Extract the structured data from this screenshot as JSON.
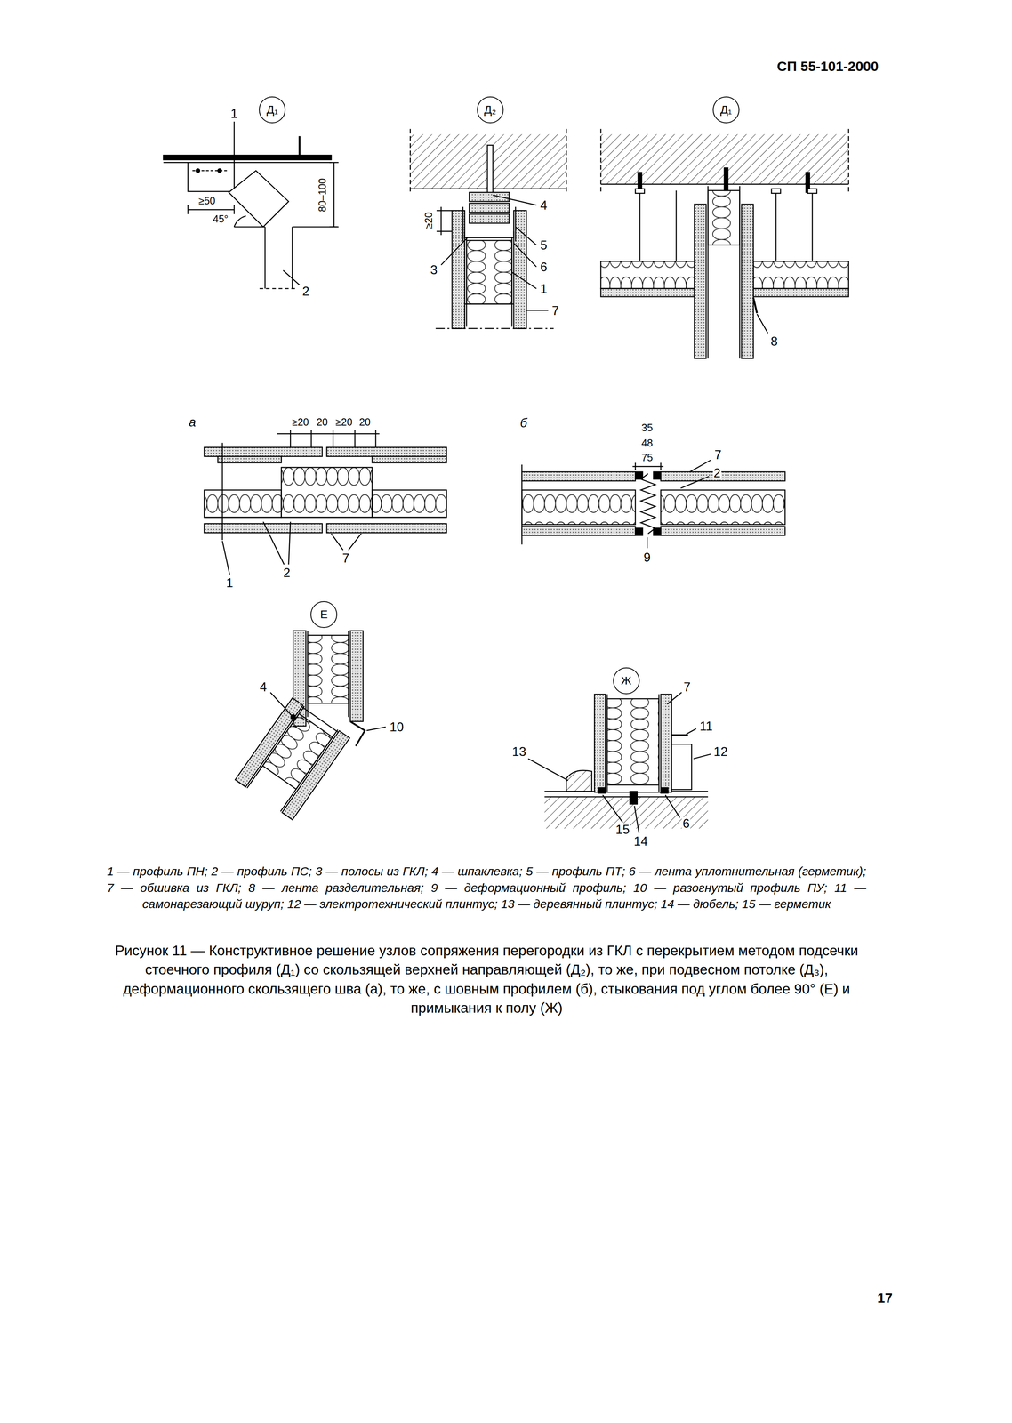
{
  "diagram": {
    "caption": "Рисунок 11 — Конструктивное решение узлов сопряжения перегородки из ГКЛ с перекрытием методом подсечки стоечного профиля (Д₁) со скользящей верхней направляющей (Д₂), то же, при подвесном потолке (Д₃), деформационного скользящего шва (а), то же, с шовным профилем (б), стыкования под углом более 90° (Е) и примыкания к полу (Ж)",
    "nodes": [
      {
        "text": [
          "Д₁"
        ]
      },
      {
        "text": [
          "Д₂"
        ]
      },
      {
        "text": [
          "Д₁"
        ]
      },
      {
        "text": [
          "Е"
        ]
      },
      {
        "text": [
          "Ж"
        ]
      }
    ],
    "labels": [
      "СП 55-101-2000",
      "1",
      "≥50",
      "45°",
      "80–100",
      "2",
      "≥20",
      "4",
      "5",
      "3",
      "6",
      "1",
      "7",
      "8",
      "а",
      "≥20",
      "20",
      "≥20",
      "20",
      "1",
      "2",
      "7",
      "б",
      "35",
      "48",
      "75",
      "7",
      "2",
      "9",
      "4",
      "10",
      "7",
      "11",
      "12",
      "13",
      "15",
      "14",
      "6",
      "1 — профиль ПН; 2 — профиль ПС; 3 — полосы из ГКЛ; 4 — шпаклевка; 5 — профиль ПТ; 6 — лента уплотнительная (герметик); 7 — обшивка из ГКЛ; 8 — лента разделительная; 9 — деформационный профиль; 10 — разогнутый профиль ПУ; 11 — самонарезающий шуруп; 12 — электротехнический плинтус; 13 — деревянный плинтус; 14 — дюбель; 15 — герметик",
      "17"
    ]
  }
}
